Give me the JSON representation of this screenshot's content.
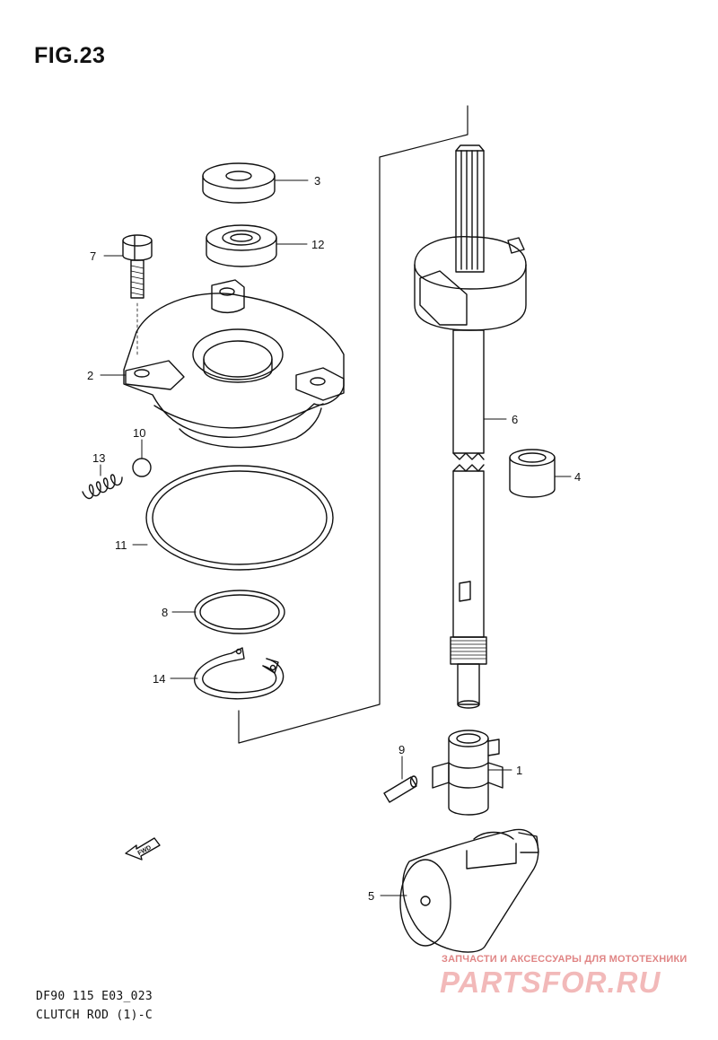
{
  "figure": {
    "title": "FIG.23",
    "code": "DF90 115 E03_023",
    "caption": "CLUTCH ROD (1)-C"
  },
  "callouts": {
    "c1": "1",
    "c2": "2",
    "c3": "3",
    "c4": "4",
    "c5": "5",
    "c6": "6",
    "c7": "7",
    "c8": "8",
    "c9": "9",
    "c10": "10",
    "c11": "11",
    "c12": "12",
    "c13": "13",
    "c14": "14"
  },
  "fwd_label": "FWD",
  "watermark": {
    "tagline": "ЗАПЧАСТИ И АКСЕССУАРЫ ДЛЯ МОТОТЕХНИКИ",
    "brand": "PARTSFOR.RU"
  },
  "colors": {
    "line": "#111111",
    "watermark": "#f2b9b9"
  }
}
